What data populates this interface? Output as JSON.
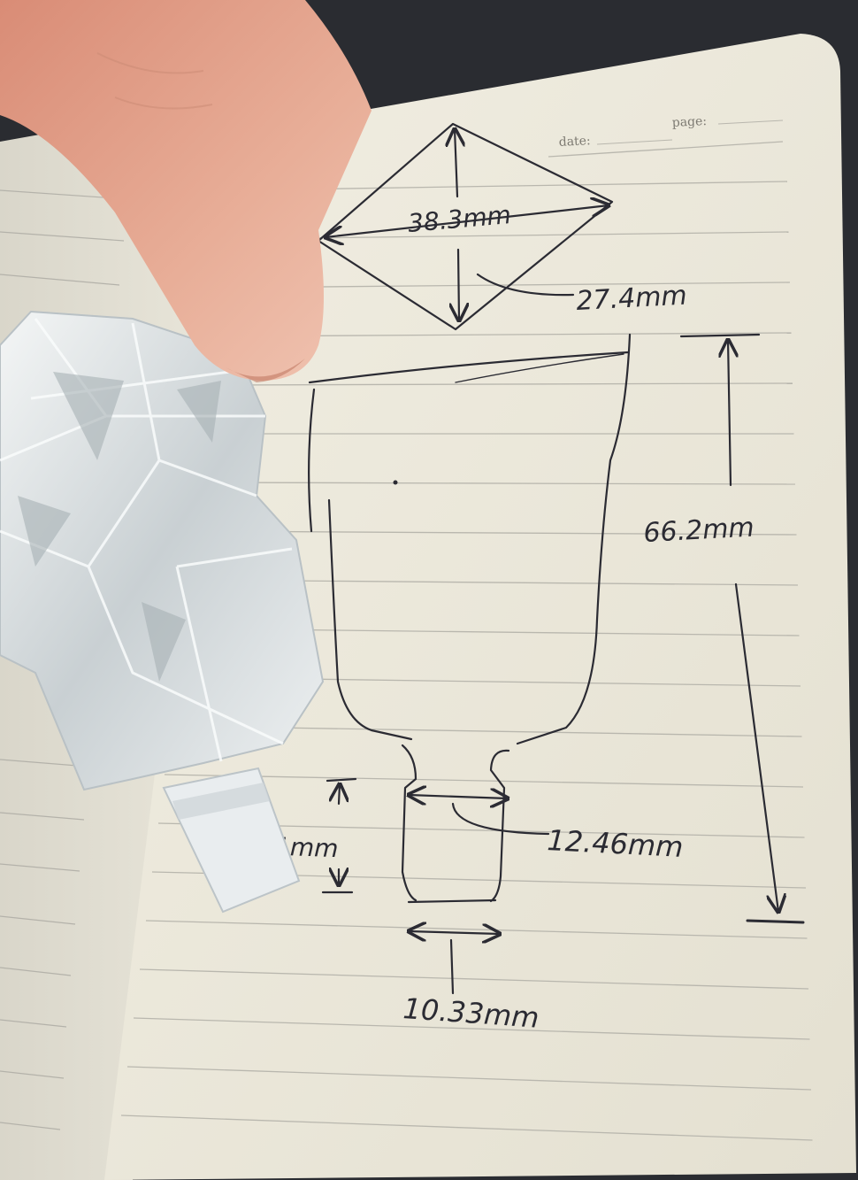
{
  "page_header": {
    "date_label": "date:",
    "page_label": "page:"
  },
  "measurements": {
    "top_width": "38.3mm",
    "top_depth": "27.4mm",
    "total_height": "66.2mm",
    "stem_height": "11mm",
    "stem_top_diameter": "12.46mm",
    "stem_bottom_diameter": "10.33mm"
  },
  "colors": {
    "paper": "#eeebdd",
    "ink": "#2b2b33",
    "rule": "#b9b7ae",
    "background": "#2a2c31",
    "skin": "#e3a58e",
    "glass": "#dfe4e6"
  }
}
